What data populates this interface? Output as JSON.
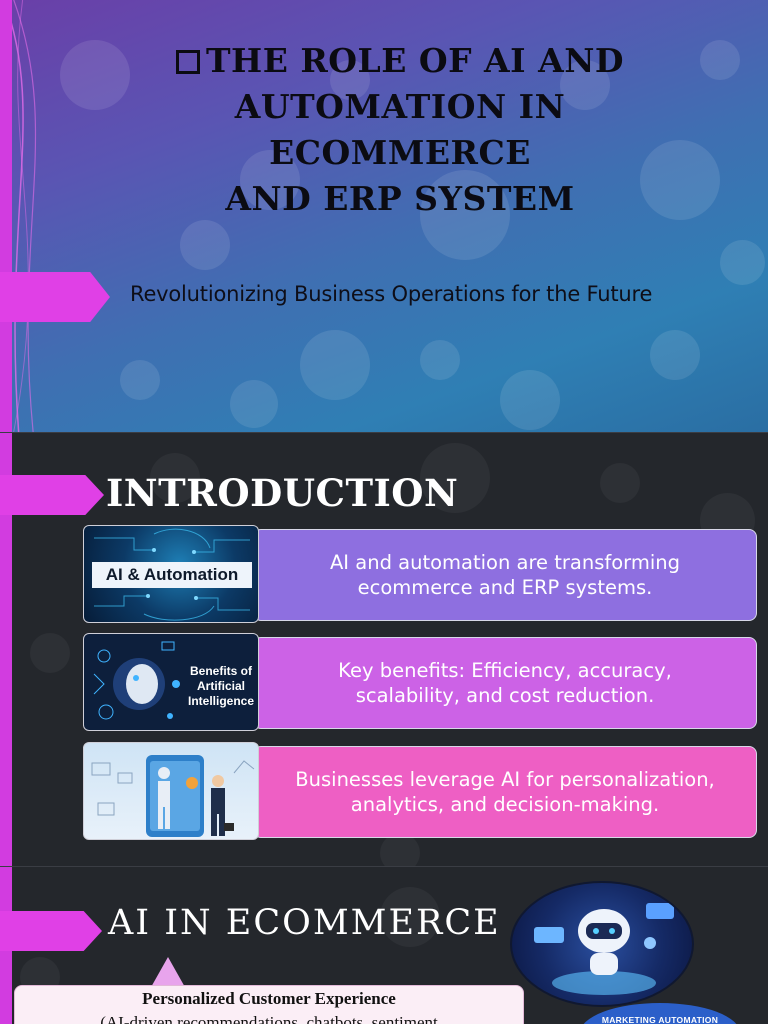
{
  "slide1": {
    "title": "The Role of AI and Automation in Ecommerce and ERP System",
    "title_lines": [
      "The Role of AI and",
      "Automation in Ecommerce",
      "and ERP System"
    ],
    "subtitle": "Revolutionizing Business Operations for the Future"
  },
  "slide2": {
    "heading": "INTRODUCTION",
    "rows": [
      {
        "image_label": "AI & Automation",
        "lines": [
          "AI and automation are transforming",
          "ecommerce and ERP systems."
        ]
      },
      {
        "image_label_lines": [
          "Benefits of",
          "Artificial",
          "Intelligence"
        ],
        "lines": [
          "Key benefits: Efficiency, accuracy,",
          "scalability, and cost reduction."
        ]
      },
      {
        "lines": [
          "Businesses leverage AI for personalization,",
          "analytics, and decision-making."
        ]
      }
    ]
  },
  "slide3": {
    "heading": "AI IN ECOMMERCE",
    "box_title": "Personalized Customer Experience",
    "box_sub": "(AI-driven recommendations, chatbots, sentiment",
    "marketing_label": "MARKETING AUTOMATION"
  },
  "colors": {
    "accent_magenta": "#e040e6",
    "card1": "#8e6fe0",
    "card2": "#cc62e6",
    "card3": "#ee5fc4"
  }
}
